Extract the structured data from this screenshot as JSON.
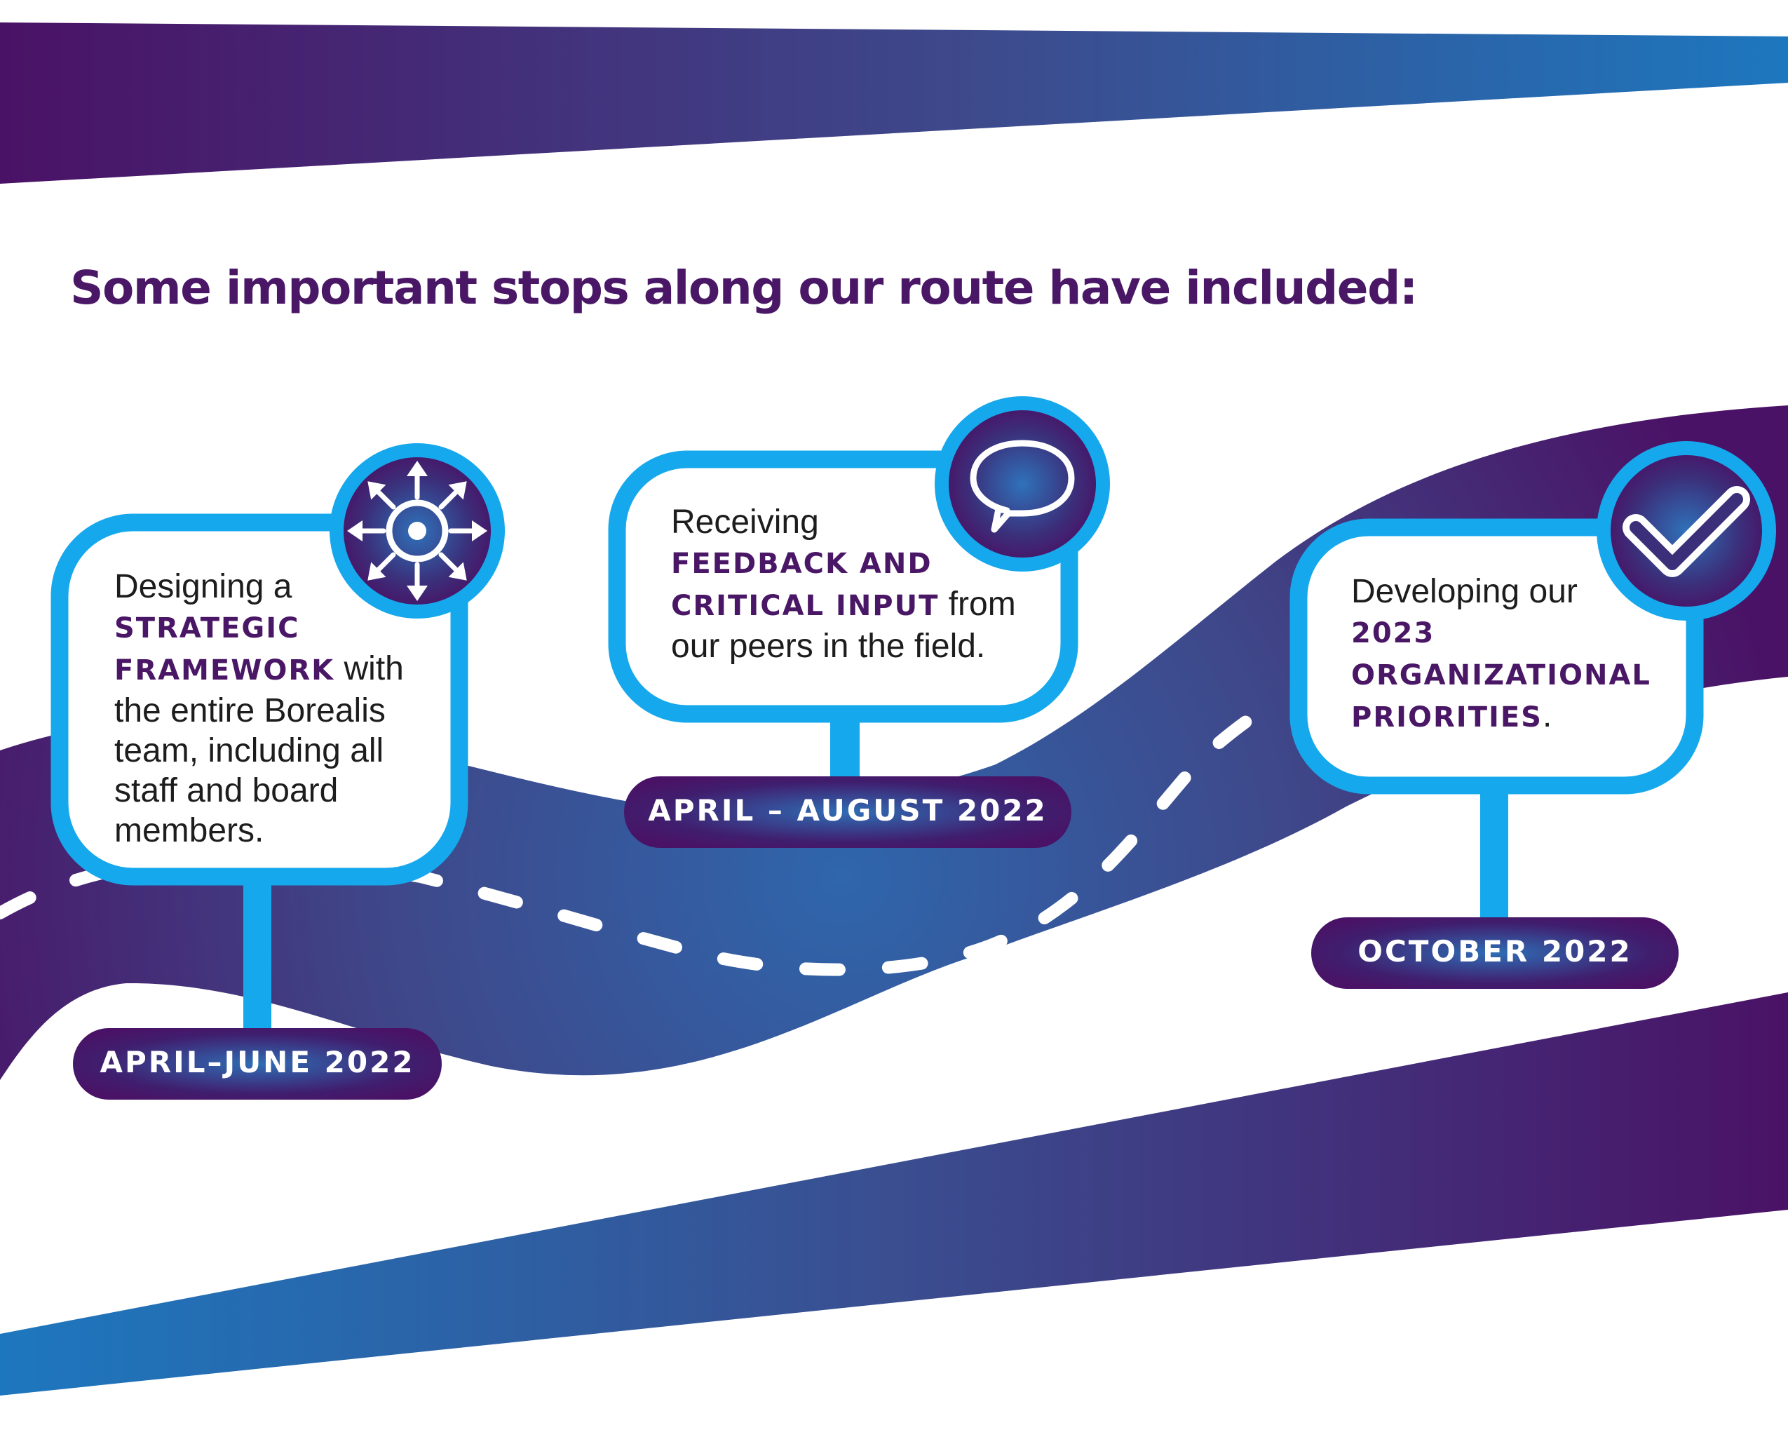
{
  "headline": "Some important stops along our route have included:",
  "stops": [
    {
      "date": "APRIL–JUNE 2022",
      "icon": "compass-arrows-icon",
      "text_before": "Designing a",
      "highlight": "STRATEGIC FRAMEWORK",
      "text_after": "with the entire Borealis team, including all staff and board members."
    },
    {
      "date": "APRIL – AUGUST 2022",
      "icon": "speech-bubble-icon",
      "text_before": "Receiving",
      "highlight": "FEEDBACK AND CRITICAL INPUT",
      "text_after": "from our peers in the field."
    },
    {
      "date": "OCTOBER 2022",
      "icon": "checkmark-icon",
      "text_before": "Developing our",
      "highlight": "2023 ORGANIZATIONAL PRIORITIES",
      "text_after": "."
    }
  ],
  "colors": {
    "deep_purple": "#4a1266",
    "mid_blue": "#2e63a8",
    "bright_blue": "#1d77be",
    "sign_border": "#16a8ec",
    "headline_purple": "#4a1766"
  }
}
